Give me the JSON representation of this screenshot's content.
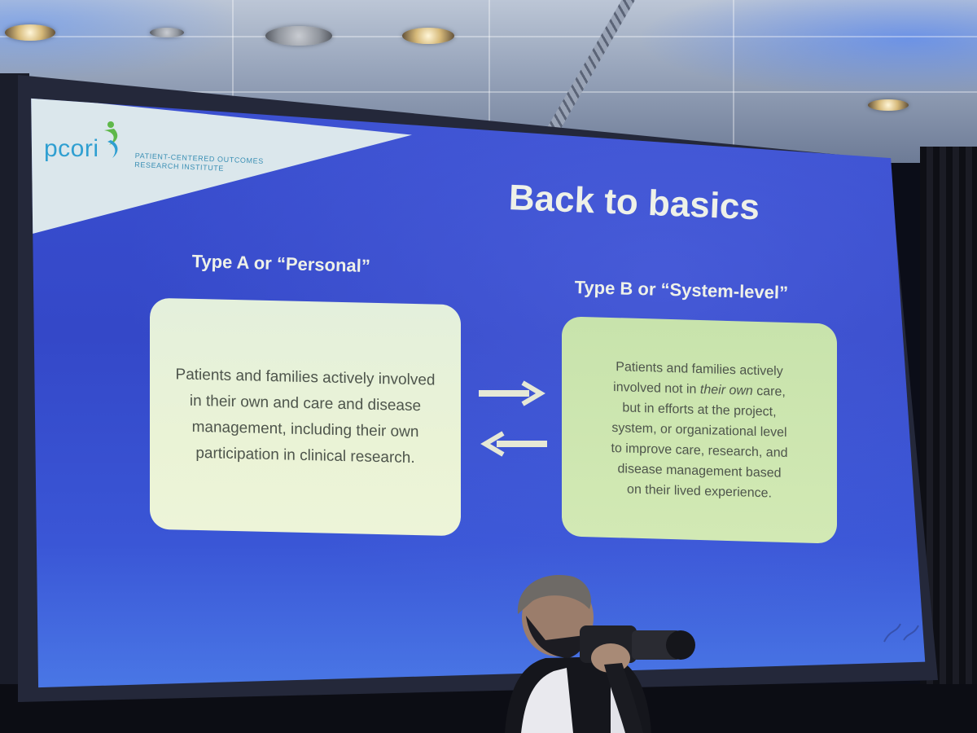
{
  "slide": {
    "logo_word": "pcori",
    "logo_subtitle_line1": "PATIENT-CENTERED OUTCOMES",
    "logo_subtitle_line2": "RESEARCH INSTITUTE",
    "title": "Back to basics",
    "left_heading": "Type A or “Personal”",
    "right_heading": "Type B or “System-level”",
    "left_card_text": "Patients and families actively involved in their own and care and disease management, including their own participation in clinical research.",
    "right_card": {
      "line1": "Patients and families actively",
      "line2_prefix": "involved not in ",
      "line2_emphasis": "their own",
      "line2_suffix": " care,",
      "line3": "but in efforts at the project,",
      "line4": "system, or organizational level",
      "line5": "to improve care, research, and",
      "line6": "disease management based",
      "line7": "on their lived experience."
    }
  },
  "colors": {
    "slide_background": "#3448c8",
    "banner": "#dbe7ec",
    "logo_blue": "#2f9fd1",
    "logo_green": "#5fb84a",
    "left_card": "#e8f2d8",
    "right_card": "#cce6b0",
    "title_text": "#eef1e8",
    "arrow": "#e6e8d6"
  },
  "icons": {
    "logo_figure": "person-figure-icon",
    "exchange_right": "arrow-right-icon",
    "exchange_left": "arrow-left-icon"
  }
}
